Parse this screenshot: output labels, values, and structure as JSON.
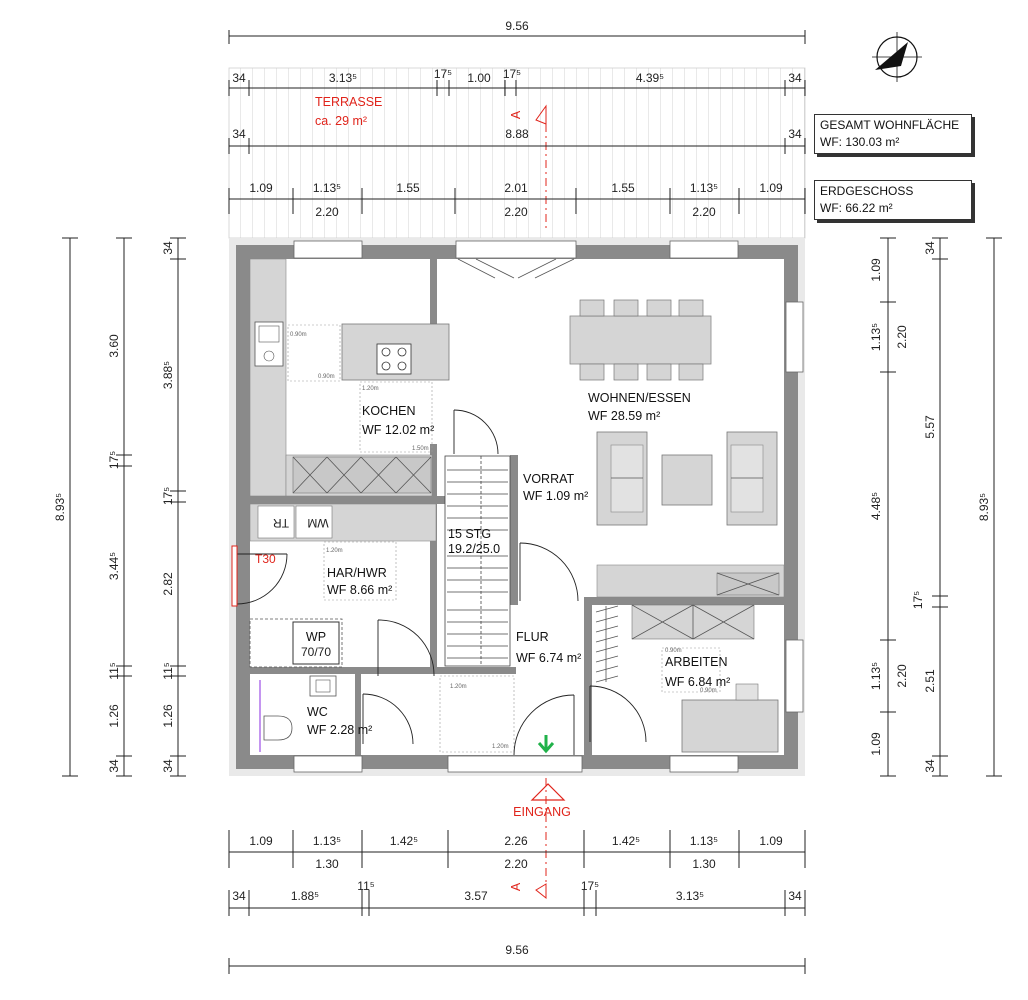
{
  "summary": {
    "total_title": "GESAMT WOHNFLÄCHE",
    "total_value": "WF: 130.03 m²",
    "floor_title": "ERDGESCHOSS",
    "floor_value": "WF: 66.22 m²"
  },
  "terrace": {
    "name": "TERRASSE",
    "area": "ca. 29 m²"
  },
  "rooms": {
    "kochen": {
      "name": "KOCHEN",
      "area": "WF 12.02 m²"
    },
    "wohnen": {
      "name": "WOHNEN/ESSEN",
      "area": "WF 28.59 m²"
    },
    "vorrat": {
      "name": "VORRAT",
      "area": "WF 1.09 m²"
    },
    "har": {
      "name": "HAR/HWR",
      "area": "WF 8.66 m²"
    },
    "flur": {
      "name": "FLUR",
      "area": "WF 6.74 m²"
    },
    "arbeiten": {
      "name": "ARBEITEN",
      "area": "WF 6.84 m²"
    },
    "wc": {
      "name": "WC",
      "area": "WF 2.28 m²"
    }
  },
  "fixtures": {
    "wp": "WP",
    "wp_size": "70/70",
    "tr": "TR",
    "wm": "WM",
    "t30": "T30",
    "stairs_1": "15 STG",
    "stairs_2": "19.2/25.0",
    "entrance": "EINGANG",
    "section_marker": "A"
  },
  "clearance_labels": {
    "k1": "0.90m",
    "k2": "0.90m",
    "k3": "1.20m",
    "k4": "1.50m",
    "h1": "1.20m",
    "f1": "1.20m",
    "f2": "1.20m",
    "a1": "0.90m",
    "a2": "0.90m"
  },
  "dims": {
    "top_total": "9.56",
    "top_r1": [
      "34",
      "3.13⁵",
      "17⁵",
      "1.00",
      "17⁵",
      "4.39⁵",
      "34"
    ],
    "top_r2": [
      "34",
      "8.88",
      "34"
    ],
    "top_r3": [
      "1.09",
      "1.13⁵",
      "1.55",
      "2.01",
      "1.55",
      "1.13⁵",
      "1.09"
    ],
    "top_r4": [
      "2.20",
      "2.20",
      "2.20"
    ],
    "bot_r1": [
      "1.09",
      "1.13⁵",
      "1.42⁵",
      "2.26",
      "1.42⁵",
      "1.13⁵",
      "1.09"
    ],
    "bot_r2": [
      "1.30",
      "2.20",
      "1.30"
    ],
    "bot_r3": [
      "34",
      "1.88⁵",
      "11⁵",
      "3.57",
      "17⁵",
      "3.13⁵",
      "34"
    ],
    "bot_total": "9.56",
    "left_total": "8.93⁵",
    "left_a": [
      "3.60",
      "17⁵",
      "3.44⁵",
      "11⁵",
      "1.26",
      "34"
    ],
    "left_b": [
      "34",
      "3.88⁵",
      "17⁵",
      "2.82",
      "11⁵",
      "1.26",
      "34"
    ],
    "right_a": [
      "1.09",
      "1.13⁵",
      "4.48⁵",
      "1.13⁵",
      "1.09"
    ],
    "right_b": [
      "2.20",
      "5.57",
      "17⁵",
      "2.20",
      "2.51"
    ],
    "right_c": [
      "34",
      "34"
    ],
    "right_total": "8.93⁵"
  }
}
